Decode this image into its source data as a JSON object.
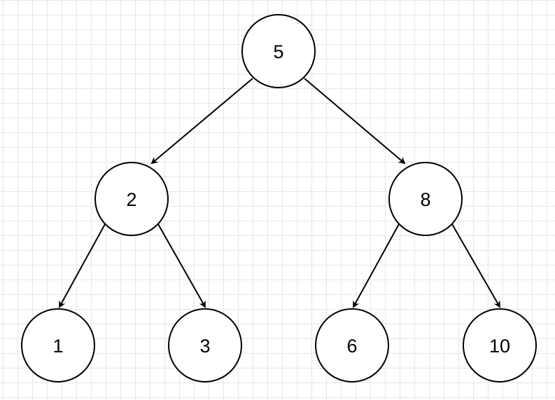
{
  "tree": {
    "nodes": [
      {
        "id": "n5",
        "label": "5"
      },
      {
        "id": "n2",
        "label": "2"
      },
      {
        "id": "n8",
        "label": "8"
      },
      {
        "id": "n1",
        "label": "1"
      },
      {
        "id": "n3",
        "label": "3"
      },
      {
        "id": "n6",
        "label": "6"
      },
      {
        "id": "n10",
        "label": "10"
      }
    ],
    "edges": [
      {
        "from": "n5",
        "to": "n2"
      },
      {
        "from": "n5",
        "to": "n8"
      },
      {
        "from": "n2",
        "to": "n1"
      },
      {
        "from": "n2",
        "to": "n3"
      },
      {
        "from": "n8",
        "to": "n6"
      },
      {
        "from": "n8",
        "to": "n10"
      }
    ]
  },
  "colors": {
    "stroke": "#000000",
    "node_fill": "#ffffff",
    "grid": "#e6e6e6"
  }
}
